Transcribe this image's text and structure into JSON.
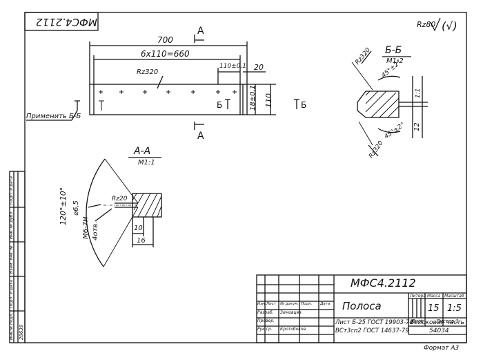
{
  "doc_code": "МФС4.2112",
  "doc_code_rotated": "МФС4.2112",
  "roughness": {
    "general": "Rz80",
    "check": "(√)"
  },
  "top_view": {
    "length_total": "700",
    "pitch_chain": "6x110=660",
    "pitch": "110±0,1",
    "edge": "20",
    "roughness_note": "Rz320",
    "height": "110",
    "height_half": "18±0,1",
    "section_a": "А",
    "section_b": "Б",
    "apply_note": "Применить Б-Б"
  },
  "section_aa": {
    "title": "А-А",
    "scale": "М1:1",
    "angle": "120°±10°",
    "diam": "⌀6,5",
    "thread": "М6-7Н",
    "depth_note": "4отв.",
    "roughness": "Rz20",
    "depth1": "10",
    "depth2": "16"
  },
  "section_bb": {
    "title": "Б-Б",
    "scale": "М1:2",
    "roughness_top": "Rz320",
    "roughness_bottom": "Rz320",
    "angle_top": "45°±2°",
    "angle_bottom": "45°±2°",
    "dim_small": "1:1",
    "dim_side": "12"
  },
  "title_block": {
    "designation": "МФС4.2112",
    "name": "Полоса",
    "material_line1": "Лист Б-25 ГОСТ 19903-74",
    "material_line2": "ВСт3сп2 ГОСТ 14637-79",
    "org_line1": "Вейсковая часть",
    "org_line2": "54034",
    "format": "Формат А3",
    "headers": [
      "Литера",
      "Масса",
      "Масштаб"
    ],
    "mass": "15",
    "scale": "1:5",
    "sheet_label": "Лист",
    "sheets_label": "Листов 1",
    "rows": [
      {
        "role": "Изм.",
        "name": "Лист",
        "doc": "№ докум.",
        "sign": "Подп.",
        "date": "Дата"
      },
      {
        "role": "Разраб.",
        "name": "Зимовцев",
        "doc": "",
        "sign": "",
        "date": ""
      },
      {
        "role": "Провер.",
        "name": "",
        "doc": "",
        "sign": "",
        "date": ""
      },
      {
        "role": "Рук.гр.",
        "name": "Кротобоков",
        "doc": "",
        "sign": "",
        "date": ""
      }
    ]
  },
  "side_stamp": {
    "line1": "Инв.№ подл.",
    "line2": "Подп. и дата",
    "line3": "Взам. инв. №",
    "line4": "Инв. № дубл.",
    "line5": "Подп. и дата",
    "value": "28639"
  }
}
